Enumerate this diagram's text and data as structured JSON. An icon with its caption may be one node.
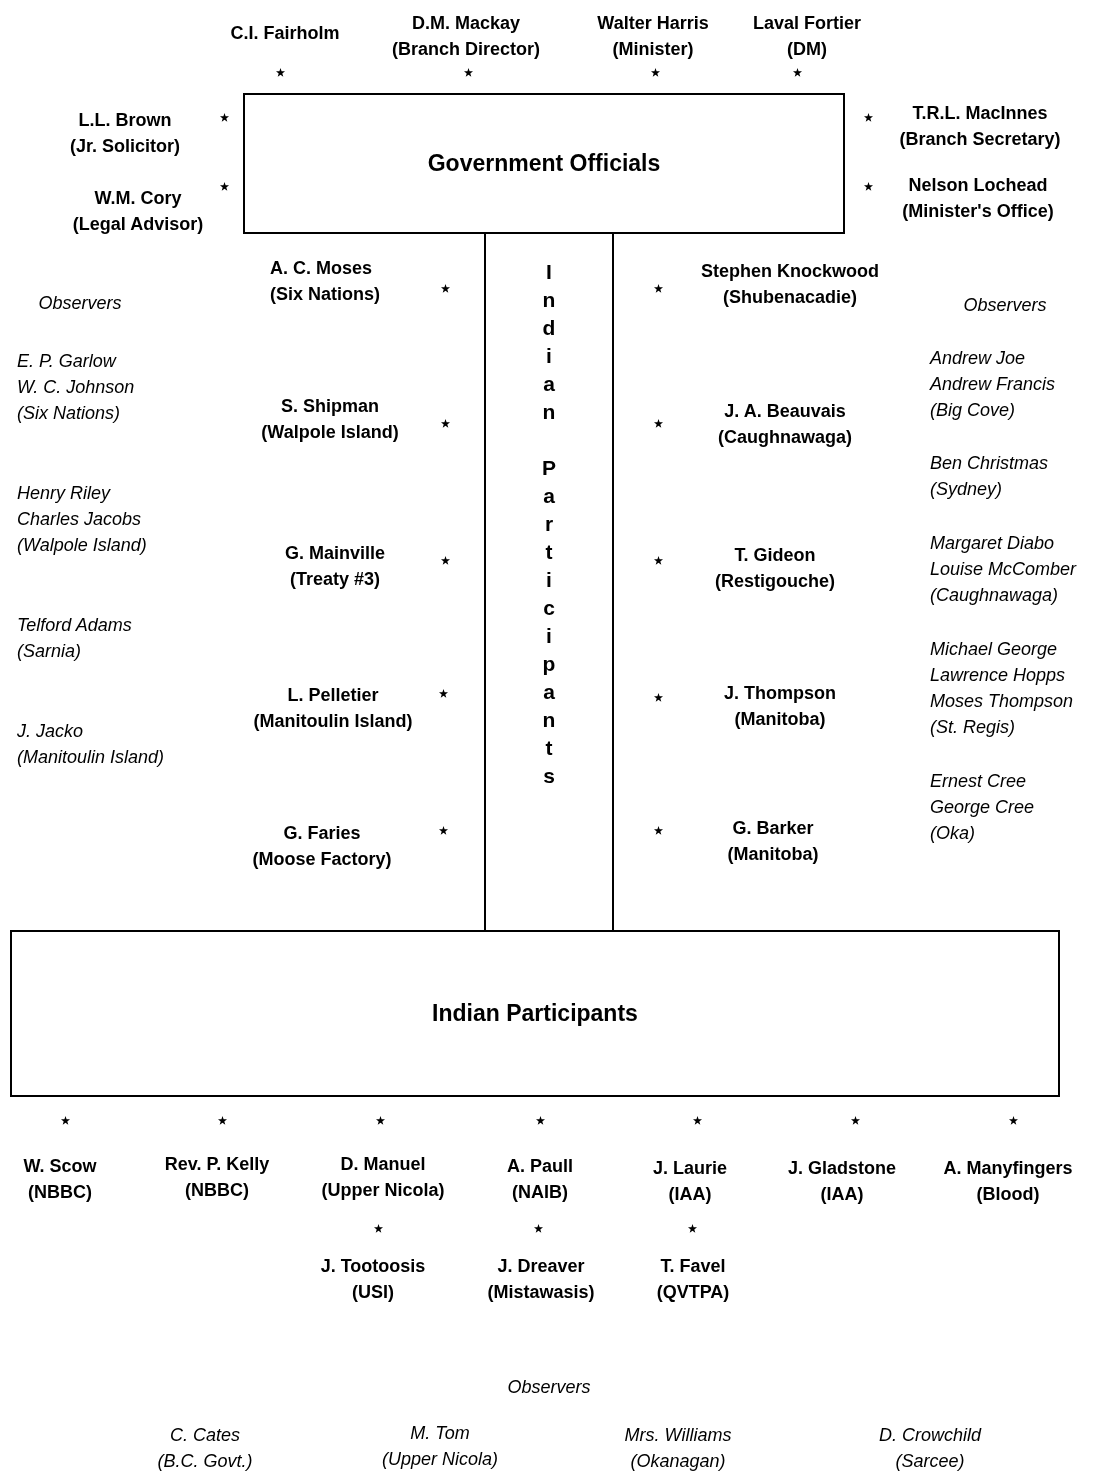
{
  "diagram": {
    "nodes": [
      {
        "text": [
          "Government Officials"
        ]
      },
      {
        "text": [
          "Indian Participants"
        ]
      },
      {
        "text": [
          "Indian Participants"
        ]
      }
    ],
    "labels": [
      "C.I. Fairholm",
      "D.M. Mackay",
      "(Branch Director)",
      "Walter Harris",
      "(Minister)",
      "Laval Fortier",
      "(DM)",
      "L.L. Brown",
      "(Jr. Solicitor)",
      "T.R.L. MacInnes",
      "(Branch Secretary)",
      "W.M. Cory",
      "(Legal Advisor)",
      "Nelson Lochead",
      "(Minister's Office)",
      "Observers",
      "E. P. Garlow",
      "W. C. Johnson",
      "(Six Nations)",
      "Henry Riley",
      "Charles Jacobs",
      "(Walpole Island)",
      "Telford Adams",
      "(Sarnia)",
      "J. Jacko",
      "(Manitoulin Island)",
      "A. C. Moses",
      "(Six Nations)",
      "S. Shipman",
      "(Walpole Island)",
      "G. Mainville",
      "(Treaty #3)",
      "L. Pelletier",
      "(Manitoulin Island)",
      "G. Faries",
      "(Moose Factory)",
      "Stephen Knockwood",
      "(Shubenacadie)",
      "J. A. Beauvais",
      "(Caughnawaga)",
      "T. Gideon",
      "(Restigouche)",
      "J. Thompson",
      "(Manitoba)",
      "G. Barker",
      "(Manitoba)",
      "Observers",
      "Andrew Joe",
      "Andrew Francis",
      "(Big Cove)",
      "Ben Christmas",
      "(Sydney)",
      "Margaret Diabo",
      "Louise McComber",
      "(Caughnawaga)",
      "Michael George",
      "Lawrence Hopps",
      "Moses Thompson",
      "(St. Regis)",
      "Ernest Cree",
      "George Cree",
      "(Oka)",
      "W. Scow",
      "(NBBC)",
      "Rev. P. Kelly",
      "(NBBC)",
      "D. Manuel",
      "(Upper Nicola)",
      "A. Paull",
      "(NAIB)",
      "J. Laurie",
      "(IAA)",
      "J. Gladstone",
      "(IAA)",
      "A. Manyfingers",
      "(Blood)",
      "J. Tootoosis",
      "(USI)",
      "J. Dreaver",
      "(Mistawasis)",
      "T. Favel",
      "(QVTPA)",
      "Observers",
      "C. Cates",
      "(B.C. Govt.)",
      "M. Tom",
      "(Upper Nicola)",
      "Mrs. Williams",
      "(Okanagan)",
      "D. Crowchild",
      "(Sarcee)"
    ]
  }
}
